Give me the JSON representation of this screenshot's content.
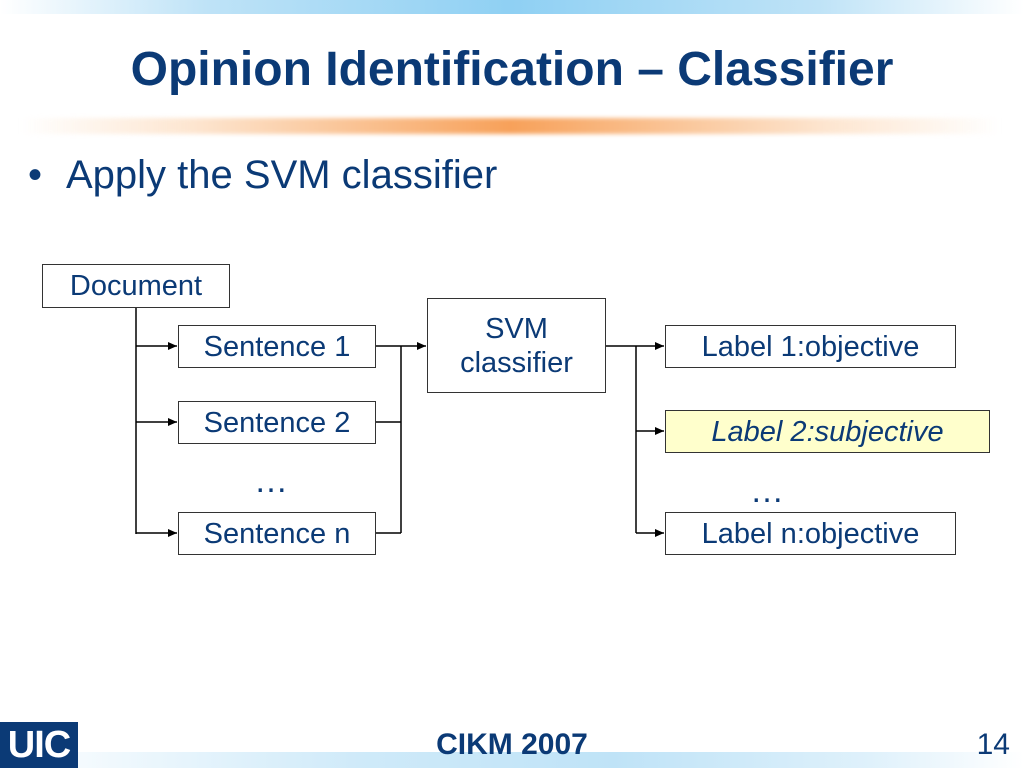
{
  "slide": {
    "title": "Opinion Identification – Classifier",
    "bullet": "Apply the SVM classifier",
    "bullet_marker": "•"
  },
  "diagram": {
    "document": "Document",
    "sentences": [
      "Sentence 1",
      "Sentence 2",
      "Sentence n"
    ],
    "sentence_ellipsis": "…",
    "classifier": [
      "SVM",
      "classifier"
    ],
    "labels": [
      "Label 1:objective",
      "Label 2:subjective",
      "Label n:objective"
    ],
    "label_ellipsis": "…",
    "highlight_color": "#ffffcc"
  },
  "footer": {
    "logo": "UIC",
    "conference": "CIKM 2007",
    "page": "14"
  },
  "colors": {
    "text": "#0b3a76",
    "accent_orange": "#f7a15a",
    "accent_blue": "#8fd0f3"
  }
}
